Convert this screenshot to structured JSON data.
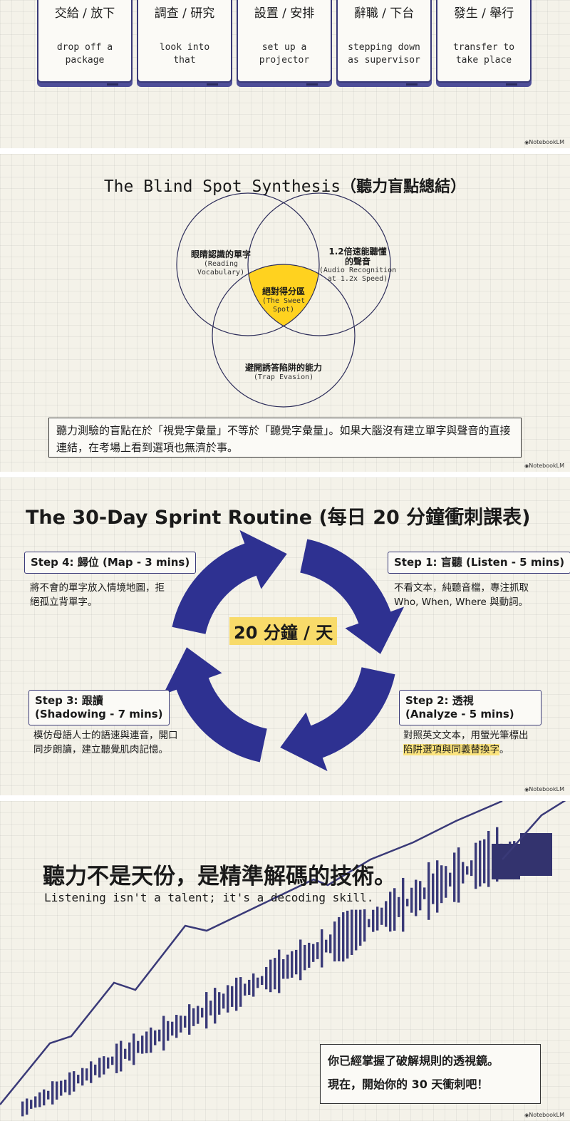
{
  "cards": [
    {
      "zh": "交給 / 放下",
      "en": "drop off a\npackage"
    },
    {
      "zh": "調查 / 研究",
      "en": "look into\nthat"
    },
    {
      "zh": "設置 / 安排",
      "en": "set up a\nprojector"
    },
    {
      "zh": "辭職 / 下台",
      "en": "stepping down\nas supervisor"
    },
    {
      "zh": "發生 / 舉行",
      "en": "transfer to\ntake place"
    }
  ],
  "watermark": "NotebookLM",
  "venn": {
    "title_en": "The Blind Spot Synthesis",
    "title_zh": "（聽力盲點總結）",
    "reading_zh": "眼睛認識的單字",
    "reading_en": "(Reading\nVocabulary)",
    "audio_zh": "1.2倍速能聽懂\n的聲音",
    "audio_en": "(Audio Recognition\nat 1.2x Speed)",
    "sweet_zh": "絕對得分區",
    "sweet_en": "(The Sweet\nSpot)",
    "trap_zh": "避開誘答陷阱的能力",
    "trap_en": "(Trap Evasion)",
    "summary": "聽力測驗的盲點在於「視覺字彙量」不等於「聽覺字彙量」。如果大腦沒有建立單字與聲音的直接連結，在考場上看到選項也無濟於事。",
    "sweet_color": "#ffd21f"
  },
  "sprint": {
    "title": "The 30-Day Sprint Routine (每日 20 分鐘衝刺課表)",
    "center": "20 分鐘 / 天",
    "step4_title": "Step 4: 歸位 (Map - 3 mins)",
    "step4_desc": "將不會的單字放入情境地圖，拒\n絕孤立背單字。",
    "step1_title": "Step 1: 盲聽 (Listen - 5 mins)",
    "step1_desc": "不看文本，純聽音檔，專注抓取\nWho, When, Where 與動詞。",
    "step3_title": "Step 3: 跟讀\n(Shadowing - 7 mins)",
    "step3_desc": "模仿母語人士的語速與連音，開口\n同步朗讀，建立聽覺肌肉記憶。",
    "step2_title": "Step 2: 透視\n(Analyze - 5 mins)",
    "step2_desc1": "對照英文文本，用螢光筆標出",
    "step2_desc2": "陷阱選項與同義替換字",
    "step2_desc3": "。",
    "arrow_color": "#2e3191",
    "highlight_color": "#f8db6a"
  },
  "closing": {
    "title": "聽力不是天份，是精準解碼的技術。",
    "subtitle": "Listening isn't a talent; it's a decoding skill.",
    "line1": "你已經掌握了破解規則的透視鏡。",
    "line2": "現在，開始你的 30 天衝刺吧！"
  }
}
